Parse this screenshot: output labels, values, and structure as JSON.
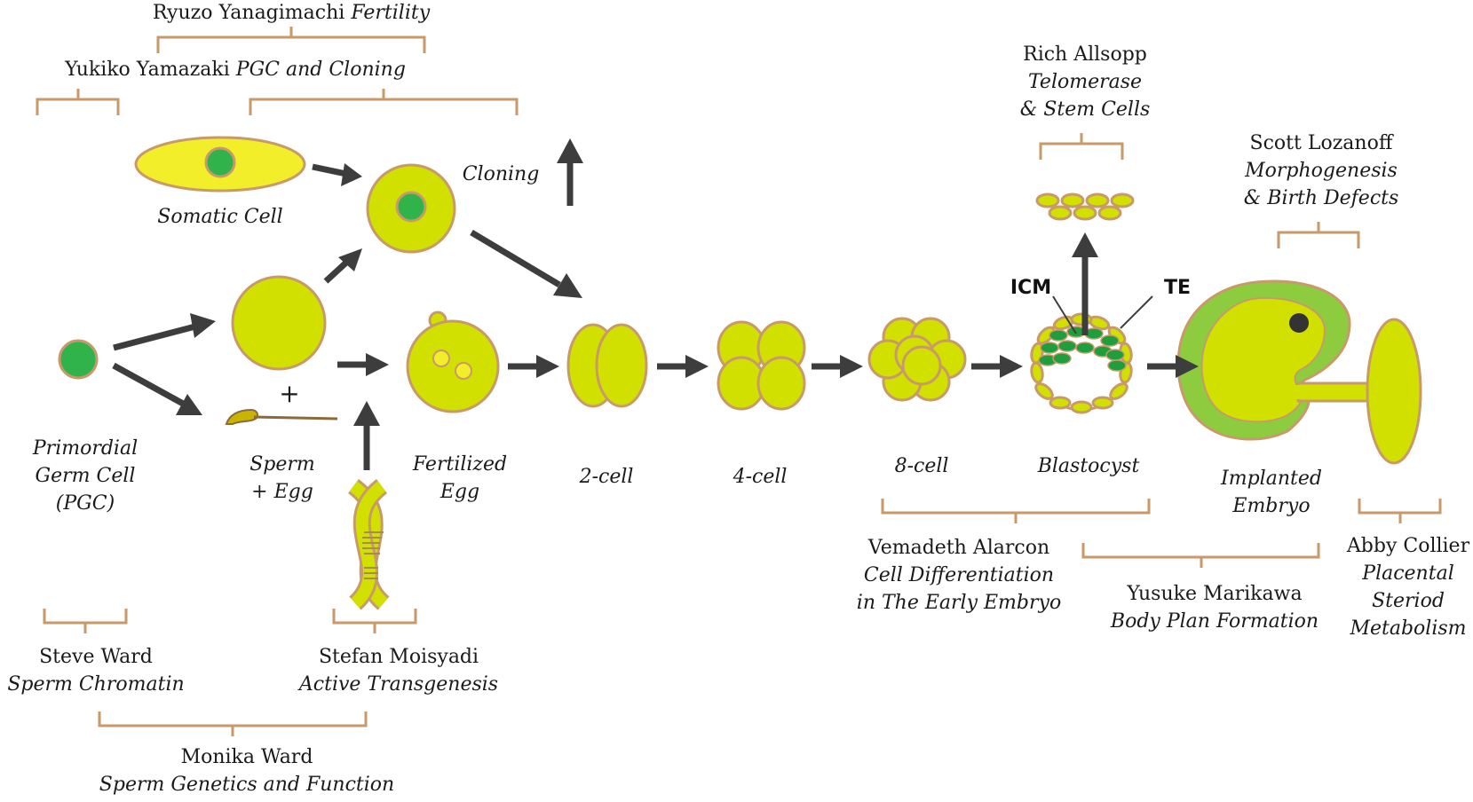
{
  "labels": {
    "somatic_cell": "Somatic Cell",
    "cloning": "Cloning",
    "pgc_1": "Primordial",
    "pgc_2": "Germ Cell",
    "pgc_3": "(PGC)",
    "sperm_egg_1": "Sperm",
    "sperm_egg_2": "+ Egg",
    "plus": "+",
    "fertilized_1": "Fertilized",
    "fertilized_2": "Egg",
    "two_cell": "2-cell",
    "four_cell": "4-cell",
    "eight_cell": "8-cell",
    "blastocyst": "Blastocyst",
    "implanted_1": "Implanted",
    "implanted_2": "Embryo",
    "icm": "ICM",
    "te": "TE"
  },
  "researchers": {
    "yanagimachi": {
      "name": "Ryuzo Yanagimachi",
      "topic": "Fertility"
    },
    "yamazaki": {
      "name": "Yukiko Yamazaki",
      "topic": "PGC and Cloning"
    },
    "allsopp": {
      "name": "Rich Allsopp",
      "topic_1": "Telomerase",
      "topic_2": "& Stem Cells"
    },
    "lozanoff": {
      "name": "Scott Lozanoff",
      "topic_1": "Morphogenesis",
      "topic_2": "& Birth Defects"
    },
    "steve_ward": {
      "name": "Steve Ward",
      "topic": "Sperm Chromatin"
    },
    "moisyadi": {
      "name": "Stefan Moisyadi",
      "topic": "Active Transgenesis"
    },
    "monika_ward": {
      "name": "Monika Ward",
      "topic": "Sperm Genetics and Function"
    },
    "alarcon": {
      "name": "Vemadeth Alarcon",
      "topic_1": "Cell Differentiation",
      "topic_2": "in The Early Embryo"
    },
    "marikawa": {
      "name": "Yusuke Marikawa",
      "topic": "Body Plan Formation"
    },
    "collier": {
      "name": "Abby Collier",
      "topic_1": "Placental",
      "topic_2": "Steriod",
      "topic_3": "Metabolism"
    }
  },
  "colors": {
    "cell_fill": "#d2e000",
    "cell_outline": "#c89a6a",
    "nucleus": "#2fb34a",
    "somatic_fill": "#f3ee2a",
    "arrow": "#3d3d3d",
    "bracket": "#c89a6a",
    "embryo_layer": "#8dcc3e",
    "icm_cells": "#1e9e3c"
  }
}
